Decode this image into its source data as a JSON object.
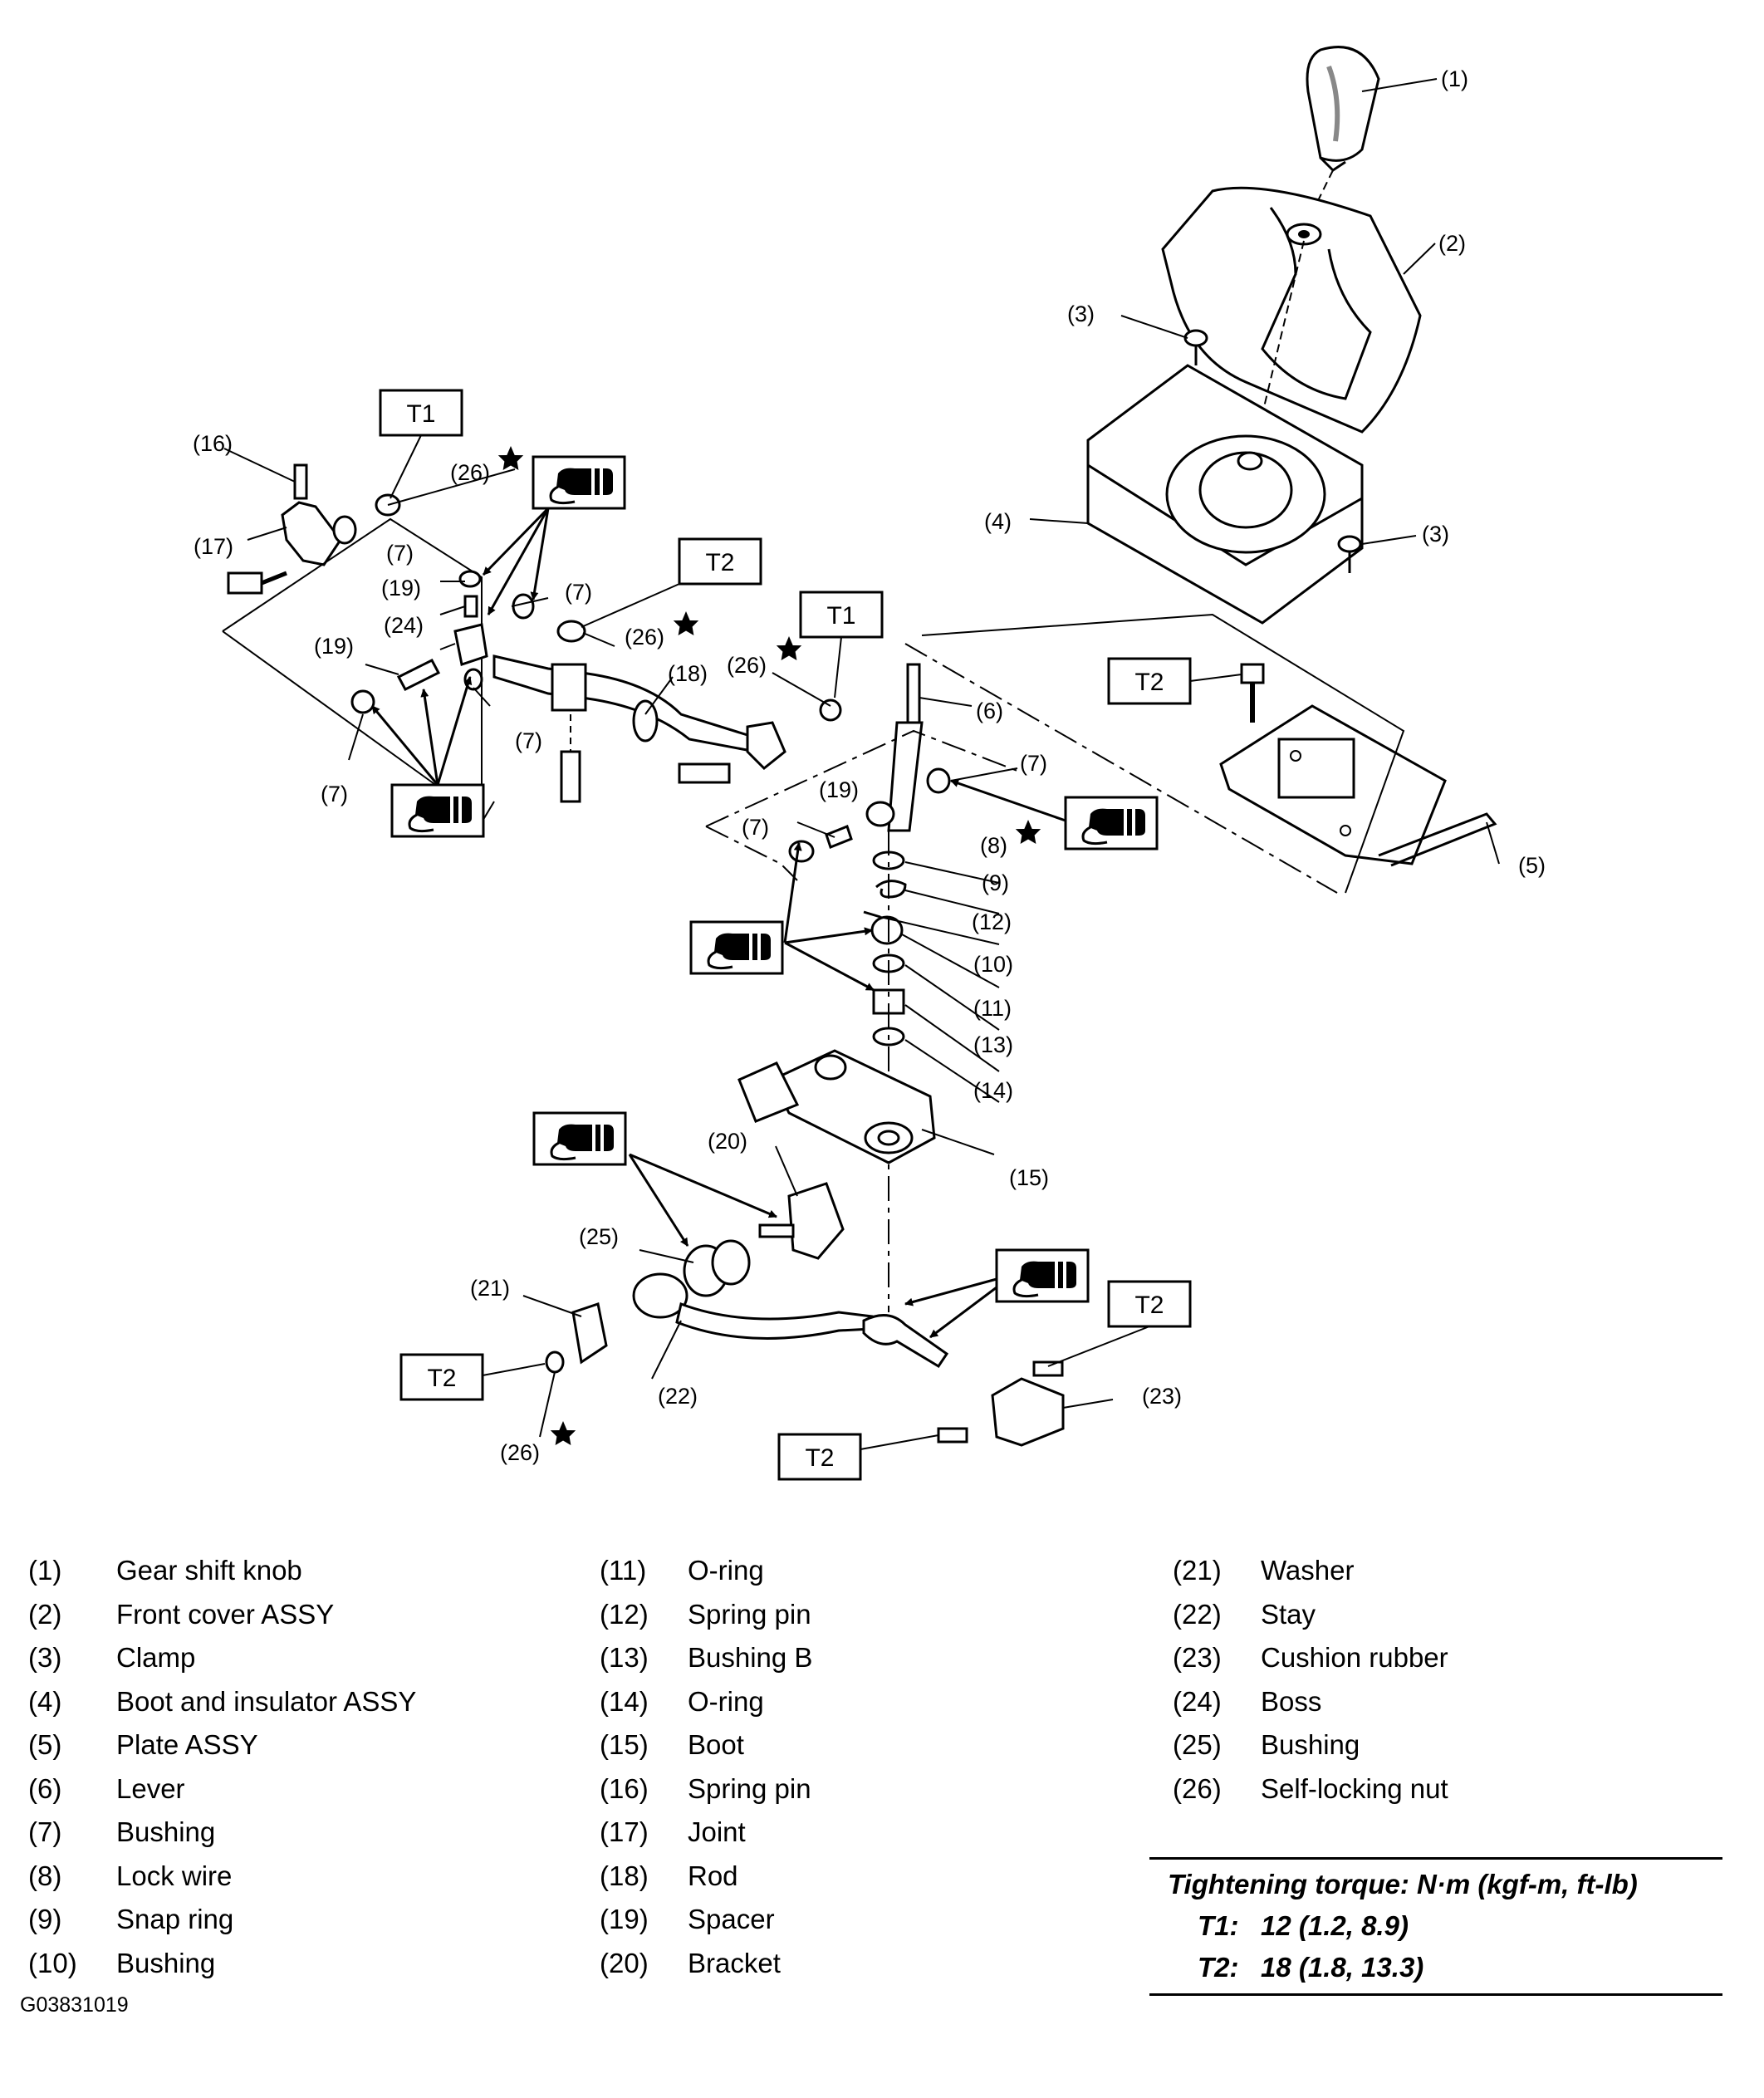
{
  "figure_code": "G03831019",
  "parts": [
    {
      "num": "(1)",
      "name": "Gear shift knob"
    },
    {
      "num": "(2)",
      "name": "Front cover ASSY"
    },
    {
      "num": "(3)",
      "name": "Clamp"
    },
    {
      "num": "(4)",
      "name": "Boot and insulator ASSY"
    },
    {
      "num": "(5)",
      "name": "Plate ASSY"
    },
    {
      "num": "(6)",
      "name": "Lever"
    },
    {
      "num": "(7)",
      "name": "Bushing"
    },
    {
      "num": "(8)",
      "name": "Lock wire"
    },
    {
      "num": "(9)",
      "name": "Snap ring"
    },
    {
      "num": "(10)",
      "name": "Bushing"
    },
    {
      "num": "(11)",
      "name": "O-ring"
    },
    {
      "num": "(12)",
      "name": "Spring pin"
    },
    {
      "num": "(13)",
      "name": "Bushing B"
    },
    {
      "num": "(14)",
      "name": "O-ring"
    },
    {
      "num": "(15)",
      "name": "Boot"
    },
    {
      "num": "(16)",
      "name": "Spring pin"
    },
    {
      "num": "(17)",
      "name": "Joint"
    },
    {
      "num": "(18)",
      "name": "Rod"
    },
    {
      "num": "(19)",
      "name": "Spacer"
    },
    {
      "num": "(20)",
      "name": "Bracket"
    },
    {
      "num": "(21)",
      "name": "Washer"
    },
    {
      "num": "(22)",
      "name": "Stay"
    },
    {
      "num": "(23)",
      "name": "Cushion rubber"
    },
    {
      "num": "(24)",
      "name": "Boss"
    },
    {
      "num": "(25)",
      "name": "Bushing"
    },
    {
      "num": "(26)",
      "name": "Self-locking nut"
    }
  ],
  "torque": {
    "title": "Tightening torque: N·m (kgf-m, ft-lb)",
    "rows": [
      {
        "label": "T1:",
        "value": "12 (1.2, 8.9)"
      },
      {
        "label": "T2:",
        "value": "18 (1.8, 13.3)"
      }
    ]
  },
  "torque_labels": {
    "t1": "T1",
    "t2": "T2"
  },
  "callouts": {
    "c1": "(1)",
    "c2": "(2)",
    "c3": "(3)",
    "c4": "(4)",
    "c5": "(5)",
    "c6": "(6)",
    "c7": "(7)",
    "c8": "(8)",
    "c9": "(9)",
    "c10": "(10)",
    "c11": "(11)",
    "c12": "(12)",
    "c13": "(13)",
    "c14": "(14)",
    "c15": "(15)",
    "c16": "(16)",
    "c17": "(17)",
    "c18": "(18)",
    "c19": "(19)",
    "c20": "(20)",
    "c21": "(21)",
    "c22": "(22)",
    "c23": "(23)",
    "c24": "(24)",
    "c25": "(25)",
    "c26": "(26)"
  },
  "icons": {
    "grease": "grease-gun-icon",
    "star": "star-icon"
  }
}
